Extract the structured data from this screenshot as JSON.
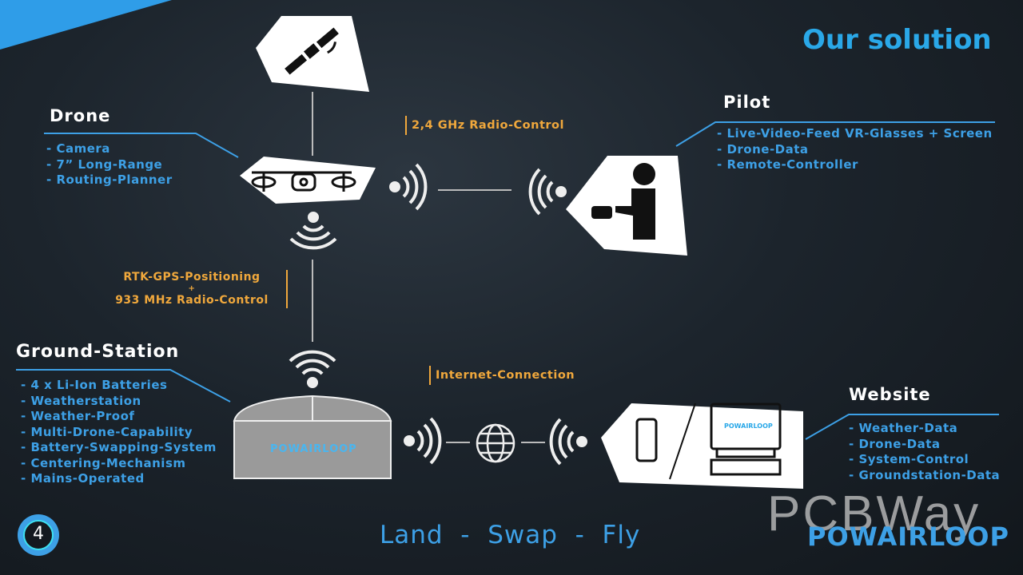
{
  "title": "Our solution",
  "slide_number": "4",
  "tagline": "Land  -  Swap  -  Fly",
  "drone": {
    "heading": "Drone",
    "items": [
      "- Camera",
      "- 7” Long-Range",
      "- Routing-Planner"
    ]
  },
  "pilot": {
    "heading": "Pilot",
    "items": [
      "- Live-Video-Feed VR-Glasses + Screen",
      "- Drone-Data",
      "- Remote-Controller"
    ]
  },
  "ground_station": {
    "heading": "Ground-Station",
    "items": [
      "- 4 x Li-Ion Batteries",
      "- Weatherstation",
      "- Weather-Proof",
      "- Multi-Drone-Capability",
      "- Battery-Swapping-System",
      "- Centering-Mechanism",
      "- Mains-Operated"
    ],
    "logo": "POWAIRLOOP"
  },
  "website": {
    "heading": "Website",
    "items": [
      "- Weather-Data",
      "- Drone-Data",
      "- System-Control",
      "- Groundstation-Data"
    ],
    "logo": "POWAIRLOOP"
  },
  "links": {
    "radio_24": "2,4 GHz Radio-Control",
    "rtk_line1": "RTK-GPS-Positioning",
    "rtk_plus": "+",
    "rtk_line2": "933 MHz Radio-Control",
    "internet": "Internet-Connection"
  },
  "brand_logo": "POWAIRLOOP",
  "watermark": "PCBWay",
  "colors": {
    "accent": "#3da0e6",
    "orange": "#f0a83c"
  }
}
